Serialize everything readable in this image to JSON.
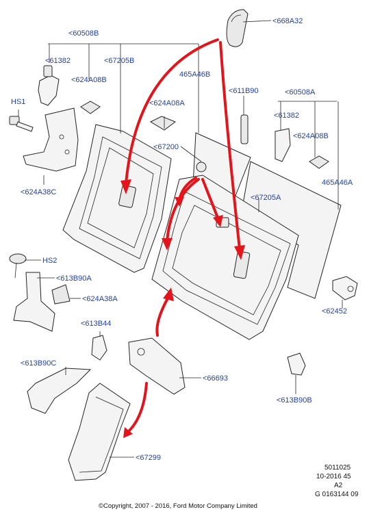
{
  "callouts": {
    "c668A32": "<668A32",
    "c60508B": "<60508B",
    "c61382_l": "<61382",
    "c624A08B_l": "<624A08B",
    "c67205B": "<67205B",
    "c465A46B": "465A46B",
    "c611B90": "<611B90",
    "c60508A": "<60508A",
    "hs1": "HS1",
    "c624A08A": "<624A08A",
    "c61382_r": "<61382",
    "c624A08B_r": "<624A08B",
    "c67200": "<67200",
    "c465A46A": "465A46A",
    "c67205A": "<67205A",
    "c624A38C": "<624A38C",
    "hs2": "HS2",
    "c613B90A": "<613B90A",
    "c624A38A": "<624A38A",
    "c62452": "<62452",
    "c613B44": "<613B44",
    "c613B90C": "<613B90C",
    "c66693": "<66693",
    "c613B90B": "<613B90B",
    "c67299": "<67299"
  },
  "reference": {
    "line1": "5011025",
    "line2": "10-2016 45",
    "line3": "A2",
    "line4": "G 0163144 09"
  },
  "copyright": "©Copyright, 2007 - 2016, Ford Motor Company Limited",
  "colors": {
    "callout": "#1a3fc4",
    "arrow": "#e3141b",
    "line": "#222222"
  }
}
